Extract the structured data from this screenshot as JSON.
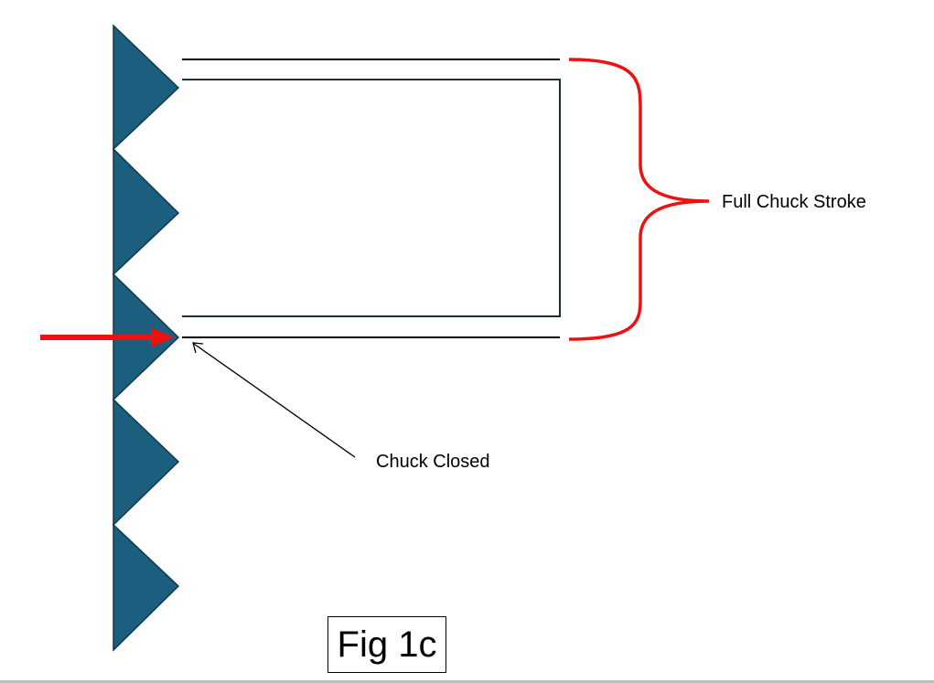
{
  "labels": {
    "stroke": "Full Chuck Stroke",
    "closed": "Chuck Closed",
    "figure": "Fig 1c"
  },
  "colors": {
    "teeth": "#1b5e7e",
    "accent": "#ee1111",
    "line": "#000000",
    "frame": "#1c2e3a"
  }
}
